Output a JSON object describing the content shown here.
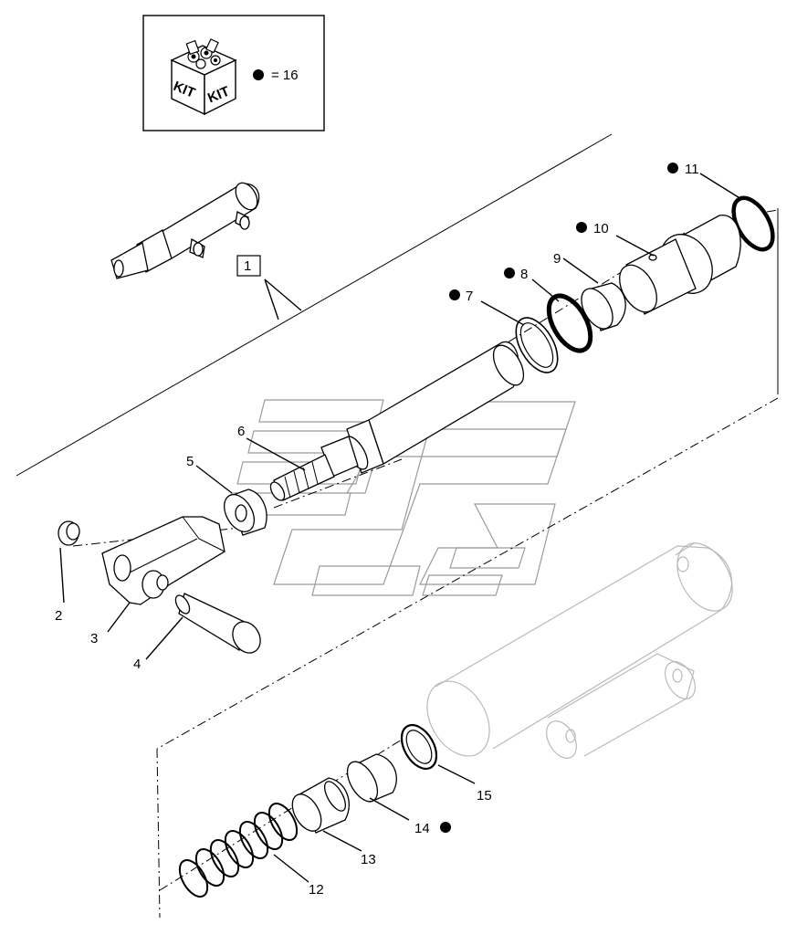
{
  "kit_box": {
    "kit_word_left": "KIT",
    "kit_word_right": "KIT",
    "legend_text": "= 16"
  },
  "callouts": {
    "p1": "1",
    "p2": "2",
    "p3": "3",
    "p4": "4",
    "p5": "5",
    "p6": "6",
    "p7": "7",
    "p8": "8",
    "p9": "9",
    "p10": "10",
    "p11": "11",
    "p12": "12",
    "p13": "13",
    "p14": "14",
    "p15": "15"
  },
  "kit_marked_parts": [
    "7",
    "8",
    "10",
    "11",
    "14"
  ]
}
